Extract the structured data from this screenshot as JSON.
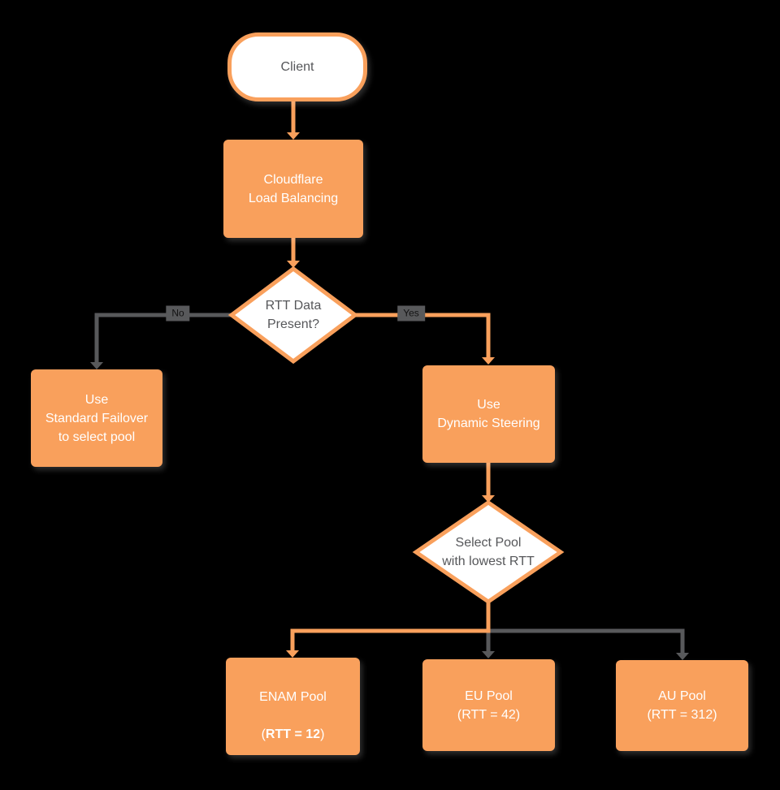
{
  "theme": {
    "background": "#000000",
    "accent": "#F9A05C",
    "line_gray": "#58595B",
    "shape_fill_white": "#FFFFFF",
    "node_text_light": "#FFFFFF",
    "node_text_dark": "#56575A"
  },
  "nodes": {
    "client": {
      "label": "Client"
    },
    "load_balancing": {
      "label": "Cloudflare\nLoad Balancing"
    },
    "rtt_decision": {
      "label": "RTT Data\nPresent?"
    },
    "standard_failover": {
      "label": "Use\nStandard Failover\nto select pool"
    },
    "dynamic_steering": {
      "label": "Use\nDynamic Steering"
    },
    "select_pool_decision": {
      "label": "Select Pool\nwith lowest RTT"
    },
    "enam_pool": {
      "title": "ENAM Pool",
      "rtt_open": "(",
      "rtt_value": "RTT = 12",
      "rtt_close": ")"
    },
    "eu_pool": {
      "label": "EU Pool\n(RTT = 42)"
    },
    "au_pool": {
      "label": "AU Pool\n(RTT = 312)"
    }
  },
  "edge_labels": {
    "no": "No",
    "yes": "Yes"
  }
}
